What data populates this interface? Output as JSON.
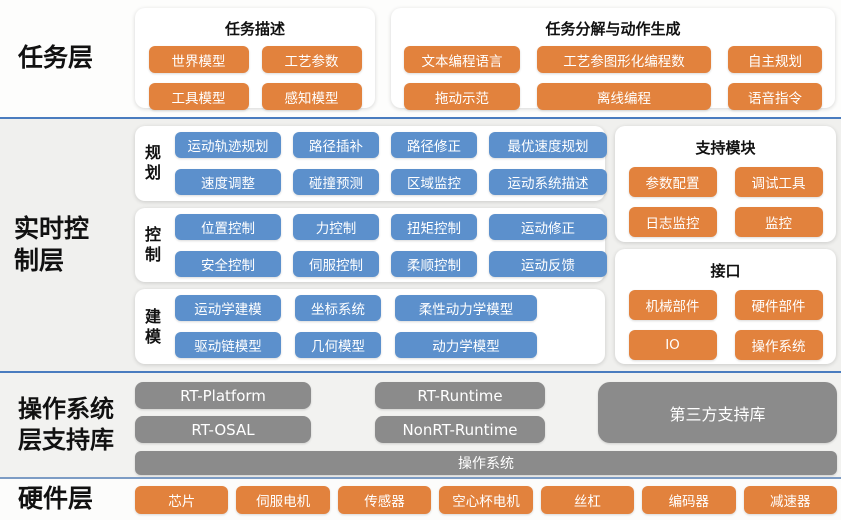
{
  "colors": {
    "orange": "#E2823D",
    "blue": "#5C90CC",
    "gray": "#8B8B8B",
    "divider": "#4A7CBF"
  },
  "task_layer": {
    "label": "任务层",
    "task_desc": {
      "title": "任务描述",
      "items": [
        "世界模型",
        "工艺参数",
        "工具模型",
        "感知模型"
      ]
    },
    "task_gen": {
      "title": "任务分解与动作生成",
      "items": [
        "文本编程语言",
        "工艺参图形化编程数",
        "自主规划",
        "拖动示范",
        "离线编程",
        "语音指令"
      ]
    }
  },
  "realtime_layer": {
    "label": "实时控制层",
    "planning": {
      "title": "规划",
      "items": [
        "运动轨迹规划",
        "路径插补",
        "路径修正",
        "最优速度规划",
        "速度调整",
        "碰撞预测",
        "区域监控",
        "运动系统描述"
      ]
    },
    "control": {
      "title": "控制",
      "items": [
        "位置控制",
        "力控制",
        "扭矩控制",
        "运动修正",
        "安全控制",
        "伺服控制",
        "柔顺控制",
        "运动反馈"
      ]
    },
    "modeling": {
      "title": "建模",
      "items": [
        "运动学建模",
        "坐标系统",
        "柔性动力学模型",
        "驱动链模型",
        "几何模型",
        "动力学模型"
      ]
    },
    "support": {
      "title": "支持模块",
      "items": [
        "参数配置",
        "调试工具",
        "日志监控",
        "监控"
      ]
    },
    "interface": {
      "title": "接口",
      "items": [
        "机械部件",
        "硬件部件",
        "IO",
        "操作系统"
      ]
    }
  },
  "os_layer": {
    "label": "操作系统层支持库",
    "rt_platform": "RT-Platform",
    "rt_osal": "RT-OSAL",
    "rt_runtime": "RT-Runtime",
    "nonrt_runtime": "NonRT-Runtime",
    "third_party": "第三方支持库",
    "os_bar": "操作系统"
  },
  "hardware_layer": {
    "label": "硬件层",
    "items": [
      "芯片",
      "伺服电机",
      "传感器",
      "空心杯电机",
      "丝杠",
      "编码器",
      "减速器"
    ]
  }
}
